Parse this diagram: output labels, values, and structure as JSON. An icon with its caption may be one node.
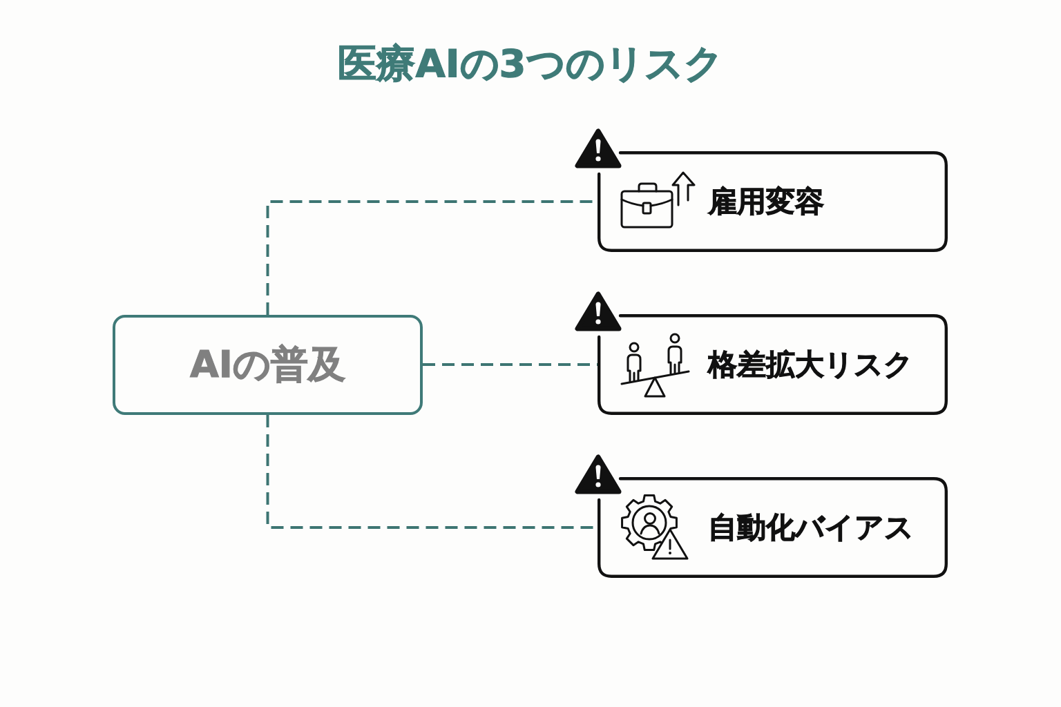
{
  "diagram": {
    "title": "医療AIの3つのリスク",
    "nodes": [
      {
        "text": [
          "AIの普及"
        ]
      },
      {
        "text": [
          "雇用変容"
        ]
      },
      {
        "text": [
          "格差拡大リスク"
        ]
      },
      {
        "text": [
          "自動化バイアス"
        ]
      }
    ],
    "edges": [
      {
        "from": 0,
        "to": 1,
        "arrow": "none",
        "style": "dashed"
      },
      {
        "from": 0,
        "to": 2,
        "arrow": "none",
        "style": "dashed"
      },
      {
        "from": 0,
        "to": 3,
        "arrow": "none",
        "style": "dashed"
      }
    ]
  }
}
